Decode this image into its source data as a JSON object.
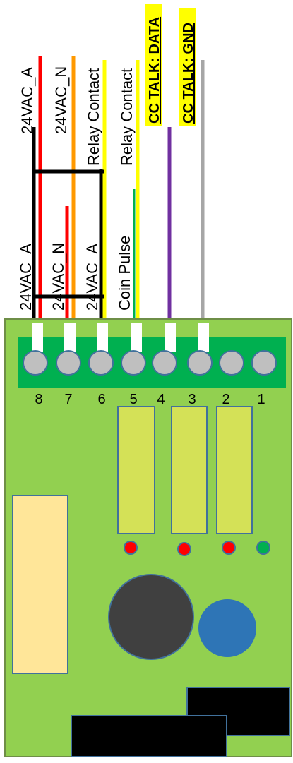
{
  "wire_labels": {
    "top": {
      "w1": "24VAC_A",
      "w2": "24VAC_N",
      "w3": "Relay Contact",
      "w4": "Relay Contact",
      "w5": "CC TALK: DATA",
      "w6": "CC TALK: GND"
    },
    "bottom": {
      "w1": "24VAC_A",
      "w2": "24VAC_N",
      "w3": "24VAC_A",
      "w4": "Coin Pulse"
    }
  },
  "pin_numbers": [
    "8",
    "7",
    "6",
    "5",
    "4",
    "3",
    "2",
    "1"
  ],
  "colors": {
    "board": "#92D050",
    "terminal_strip": "#00B050",
    "pin": "#BFBFBF",
    "relay": "#D4E157",
    "red_wire": "#FF0000",
    "orange_wire": "#FF9900",
    "yellow_wire": "#FFFF00",
    "green_wire": "#00B050",
    "purple_wire": "#7030A0",
    "gray_wire": "#A6A6A6",
    "highlight": "#FFFF00",
    "connector_block": "#FFE699",
    "black_component": "#404040",
    "blue_component": "#2E75B6",
    "led_red": "#FF0000",
    "led_green": "#00B050"
  }
}
